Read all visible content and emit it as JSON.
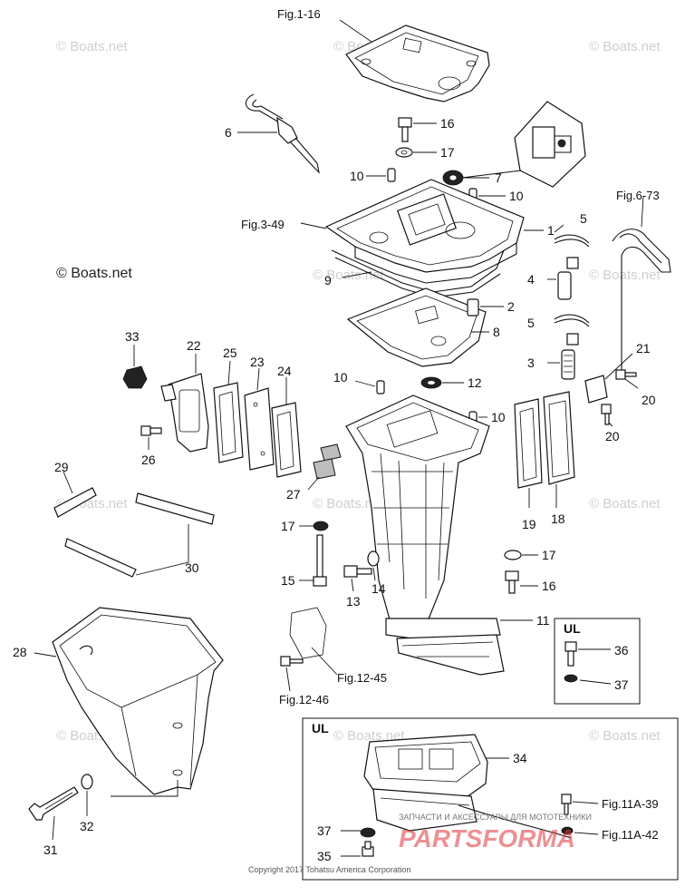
{
  "watermarks": [
    "© Boats.net",
    "© Boats.net",
    "© Boats.net",
    "© Boats.net",
    "© Boats.net",
    "© Boats.net",
    "© Boats.net",
    "© Boats.net",
    "© Boats.net",
    "© Boats.net",
    "© Boats.net"
  ],
  "main_watermark": "© Boats.net",
  "callouts": {
    "n1": "1",
    "n2": "2",
    "n3": "3",
    "n4": "4",
    "n5a": "5",
    "n5b": "5",
    "n6": "6",
    "n7": "7",
    "n8": "8",
    "n9": "9",
    "n10a": "10",
    "n10b": "10",
    "n10c": "10",
    "n10d": "10",
    "n11": "11",
    "n12": "12",
    "n13": "13",
    "n14": "14",
    "n15": "15",
    "n16a": "16",
    "n16b": "16",
    "n17a": "17",
    "n17b": "17",
    "n17c": "17",
    "n18": "18",
    "n19": "19",
    "n20a": "20",
    "n20b": "20",
    "n21": "21",
    "n22": "22",
    "n23": "23",
    "n24": "24",
    "n25": "25",
    "n26": "26",
    "n27": "27",
    "n28": "28",
    "n29": "29",
    "n30": "30",
    "n31": "31",
    "n32": "32",
    "n33": "33",
    "n34": "34",
    "n35": "35",
    "n36": "36",
    "n37a": "37",
    "n37b": "37"
  },
  "figure_refs": {
    "fig_1_16": "Fig.1-16",
    "fig_3_49": "Fig.3-49",
    "fig_6_73": "Fig.6-73",
    "fig_12_45": "Fig.12-45",
    "fig_12_46": "Fig.12-46",
    "fig_11a_39": "Fig.11A-39",
    "fig_11a_42": "Fig.11A-42"
  },
  "ul_box_small_title": "UL",
  "ul_box_large_title": "UL",
  "copyright": "Copyright 2017 Tohatsu America Corporation",
  "partsforma_tagline": "ЗАПЧАСТИ И АКСЕССУАРЫ ДЛЯ МОТОТЕХНИКИ",
  "colors": {
    "line": "#111111",
    "watermark": "#cfcfcf",
    "logo": "#e0373d"
  }
}
